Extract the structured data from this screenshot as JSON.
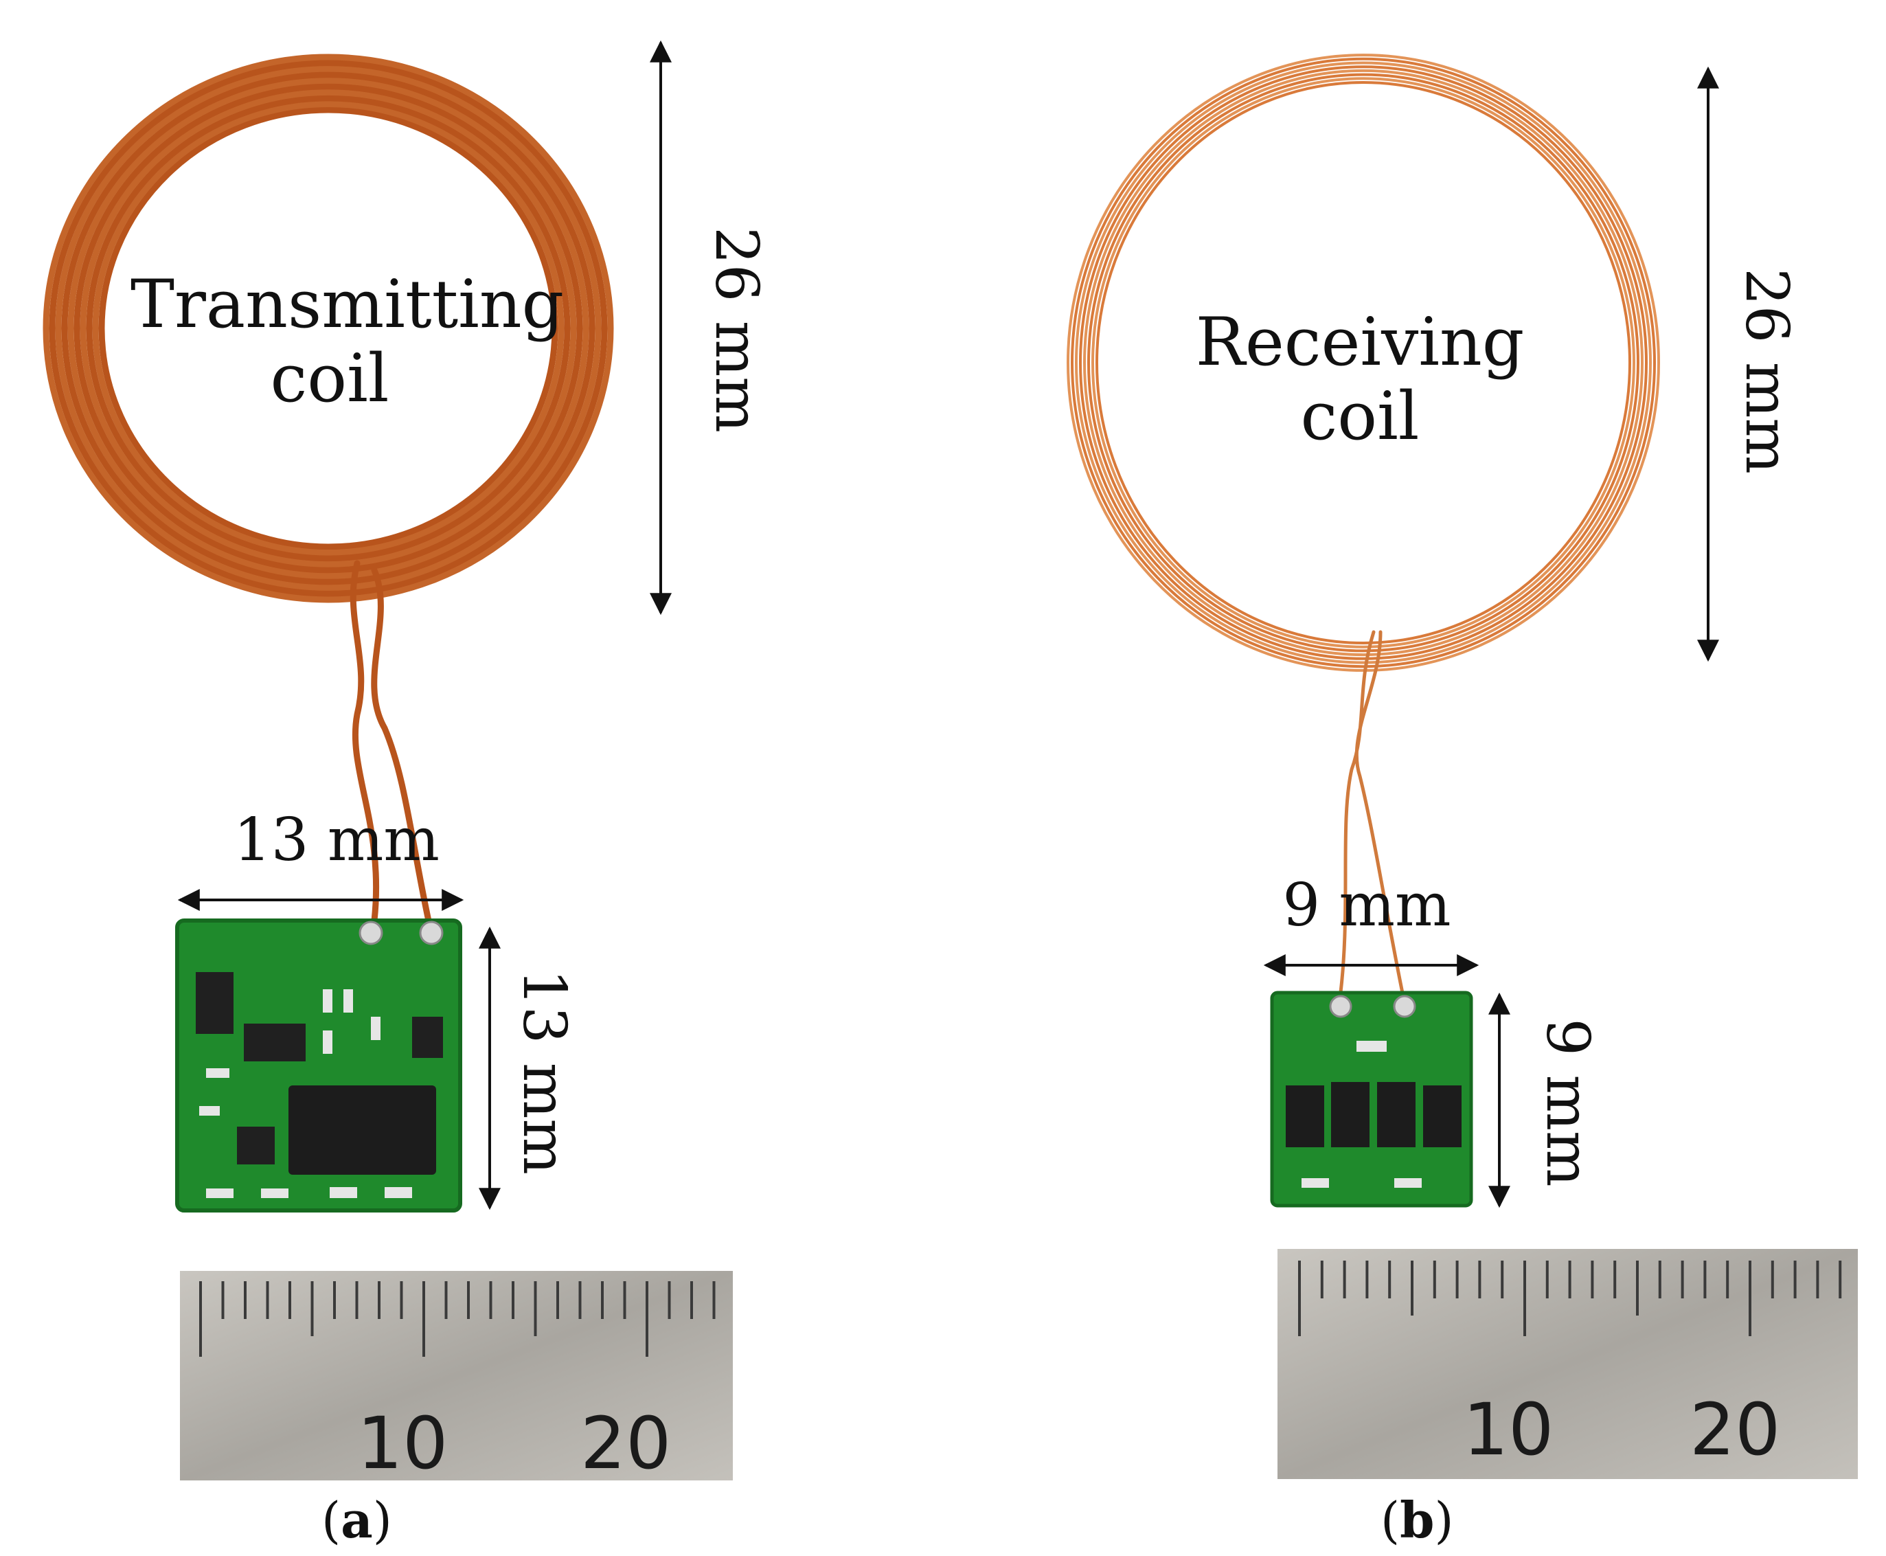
{
  "panels": [
    {
      "id": "a",
      "caption_letter": "a",
      "coil_label_line1": "Transmitting",
      "coil_label_line2": "coil",
      "coil_height": "26 mm",
      "board_width": "13 mm",
      "board_height": "13 mm",
      "ruler_labels": [
        "10",
        "20"
      ]
    },
    {
      "id": "b",
      "caption_letter": "b",
      "coil_label_line1": "Receiving",
      "coil_label_line2": "coil",
      "coil_height": "26 mm",
      "board_width": "9 mm",
      "board_height": "9 mm",
      "ruler_labels": [
        "10",
        "20"
      ]
    }
  ],
  "colors": {
    "copper": "#b8541c",
    "copper_light": "#d97a3a",
    "pcb_green": "#1f8a2c",
    "ruler_steel": "#b9b6b0"
  }
}
